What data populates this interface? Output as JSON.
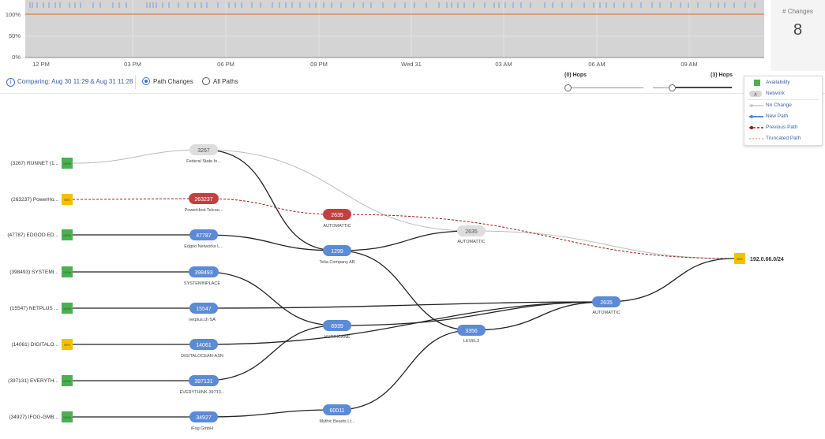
{
  "timeline": {
    "y_ticks": [
      "100%",
      "50%",
      "0%"
    ],
    "x_ticks": [
      "12 PM",
      "03 PM",
      "06 PM",
      "09 PM",
      "Wed 31",
      "03 AM",
      "06 AM",
      "09 AM"
    ]
  },
  "changes": {
    "label": "# Changes",
    "count": "8"
  },
  "controls": {
    "comparing": "Comparing: Aug 30 11:29 & Aug 31 11:28",
    "path_changes": "Path Changes",
    "all_paths": "All Paths",
    "hops_left": "(0) Hops",
    "hops_right": "(3) Hops"
  },
  "legend": {
    "availability": "Availability",
    "network": "Network",
    "no_change": "No Change",
    "new_path": "New Path",
    "previous_path": "Previous Path",
    "truncated_path": "Truncated Path",
    "network_badge": "A"
  },
  "colors": {
    "new_path": "#5b8ad6",
    "previous_path": "#c0413f",
    "no_change": "#dddddd",
    "avail_green": "#4caf50",
    "avail_yellow": "#f3c000",
    "timeline_line": "#e07b4a",
    "timeline_bg": "#d4d4d4"
  },
  "agents": [
    {
      "label": "(3267) RUNNET (1...",
      "status": "green",
      "avail": "100%"
    },
    {
      "label": "(263237) PowerHo...",
      "status": "yellow",
      "avail": "98%"
    },
    {
      "label": "(47787) EDGOO ED...",
      "status": "green",
      "avail": "100%"
    },
    {
      "label": "(398493) SYSTEMI...",
      "status": "green",
      "avail": "100%"
    },
    {
      "label": "(15547) NETPLUS ...",
      "status": "green",
      "avail": "100%"
    },
    {
      "label": "(14061) DIGITALO...",
      "status": "yellow",
      "avail": "98%"
    },
    {
      "label": "(397131) EVERYTH...",
      "status": "green",
      "avail": "100%"
    },
    {
      "label": "(34927) IFOG-GMB...",
      "status": "green",
      "avail": "100%"
    }
  ],
  "nodes": {
    "n3267": {
      "asn": "3267",
      "label": "Federal State In...",
      "state": "unchanged"
    },
    "n263237": {
      "asn": "263237",
      "label": "PowerHost Telcoo...",
      "state": "previous"
    },
    "n47787": {
      "asn": "47787",
      "label": "Edgoo Networks L...",
      "state": "new"
    },
    "n398493": {
      "asn": "398493",
      "label": "SYSTEMINPLACE",
      "state": "new"
    },
    "n15547": {
      "asn": "15547",
      "label": "netplus.ch SA",
      "state": "new"
    },
    "n14061": {
      "asn": "14061",
      "label": "DIGITALOCEAN-ASN",
      "state": "new"
    },
    "n397131": {
      "asn": "397131",
      "label": "EVERYTHINK-39713...",
      "state": "new"
    },
    "n34927": {
      "asn": "34927",
      "label": "iFog GmbH",
      "state": "new"
    },
    "n2635prev": {
      "asn": "2635",
      "label": "AUTOMATTIC",
      "state": "previous"
    },
    "n1299": {
      "asn": "1299",
      "label": "Telia Company AB",
      "state": "new"
    },
    "n6939": {
      "asn": "6939",
      "label": "HURRICANE",
      "state": "new"
    },
    "n60011": {
      "asn": "60011",
      "label": "Mythic Beasts Lt...",
      "state": "new"
    },
    "n2635gray": {
      "asn": "2635",
      "label": "AUTOMATTIC",
      "state": "unchanged"
    },
    "n3356": {
      "asn": "3356",
      "label": "LEVEL3",
      "state": "new"
    },
    "n2635new": {
      "asn": "2635",
      "label": "AUTOMATTIC",
      "state": "new"
    }
  },
  "target": {
    "prefix": "192.0.66.0/24",
    "avail": "98%"
  }
}
